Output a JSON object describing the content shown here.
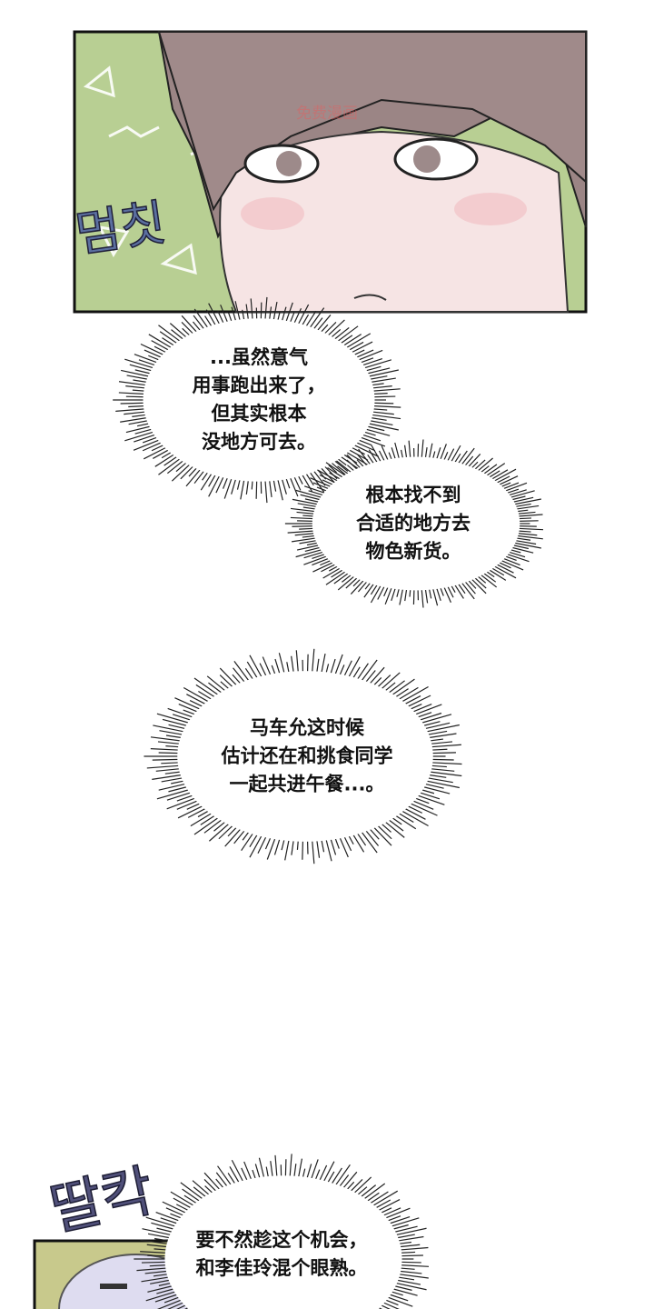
{
  "panel_top": {
    "sfx": "멈칫",
    "watermark": "免费漫画",
    "bg_color": "#b8cf93"
  },
  "bubbles": [
    {
      "lines": [
        "...虽然意气",
        "用事跑出来了，",
        "但其实根本",
        "没地方可去。"
      ]
    },
    {
      "lines": [
        "根本找不到",
        "合适的地方去",
        "物色新货。"
      ]
    },
    {
      "lines": [
        "马车允这时候",
        "估计还在和挑食同学",
        "一起共进午餐...。"
      ]
    },
    {
      "lines": [
        "要不然趁这个机会，",
        "和李佳玲混个眼熟。"
      ]
    }
  ],
  "panel_bottom": {
    "sfx": "딸칵",
    "bg_color": "#c8c98c"
  }
}
